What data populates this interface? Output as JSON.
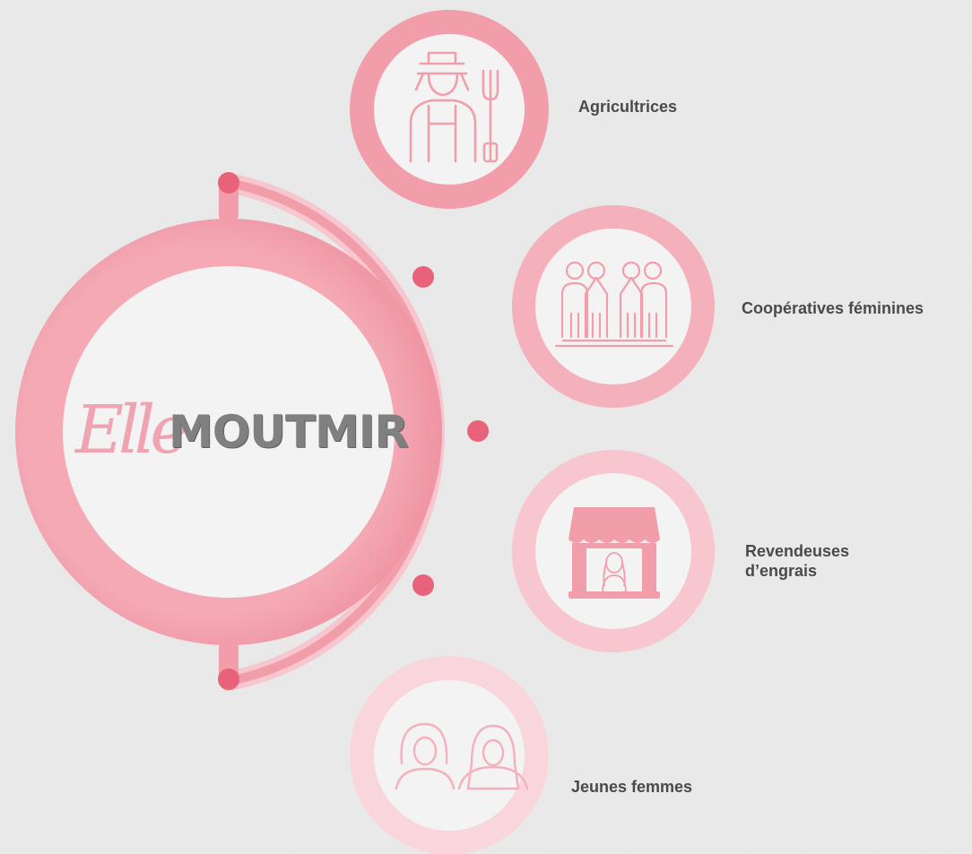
{
  "logo": {
    "script_text": "Elle",
    "word_text": "MOUTMIR"
  },
  "segments": [
    {
      "label": "Agricultrices",
      "icon": "farmer-icon"
    },
    {
      "label": "Coopératives féminines",
      "icon": "cooperative-group-icon"
    },
    {
      "label": "Revendeuses\nd’engrais",
      "label_line1": "Revendeuses",
      "label_line2": "d’engrais",
      "icon": "shop-seller-icon"
    },
    {
      "label": "Jeunes femmes",
      "icon": "young-women-icon"
    }
  ],
  "colors": {
    "background": "#ededed",
    "ring_strong": "#f29eaa",
    "ring_medium": "#f4b0bb",
    "ring_light": "#f7c6ce",
    "ring_lighter": "#f9d6dc",
    "dot": "#e8637a",
    "inner_circle": "#f3f3f3",
    "label_text": "#4a4a4a"
  }
}
